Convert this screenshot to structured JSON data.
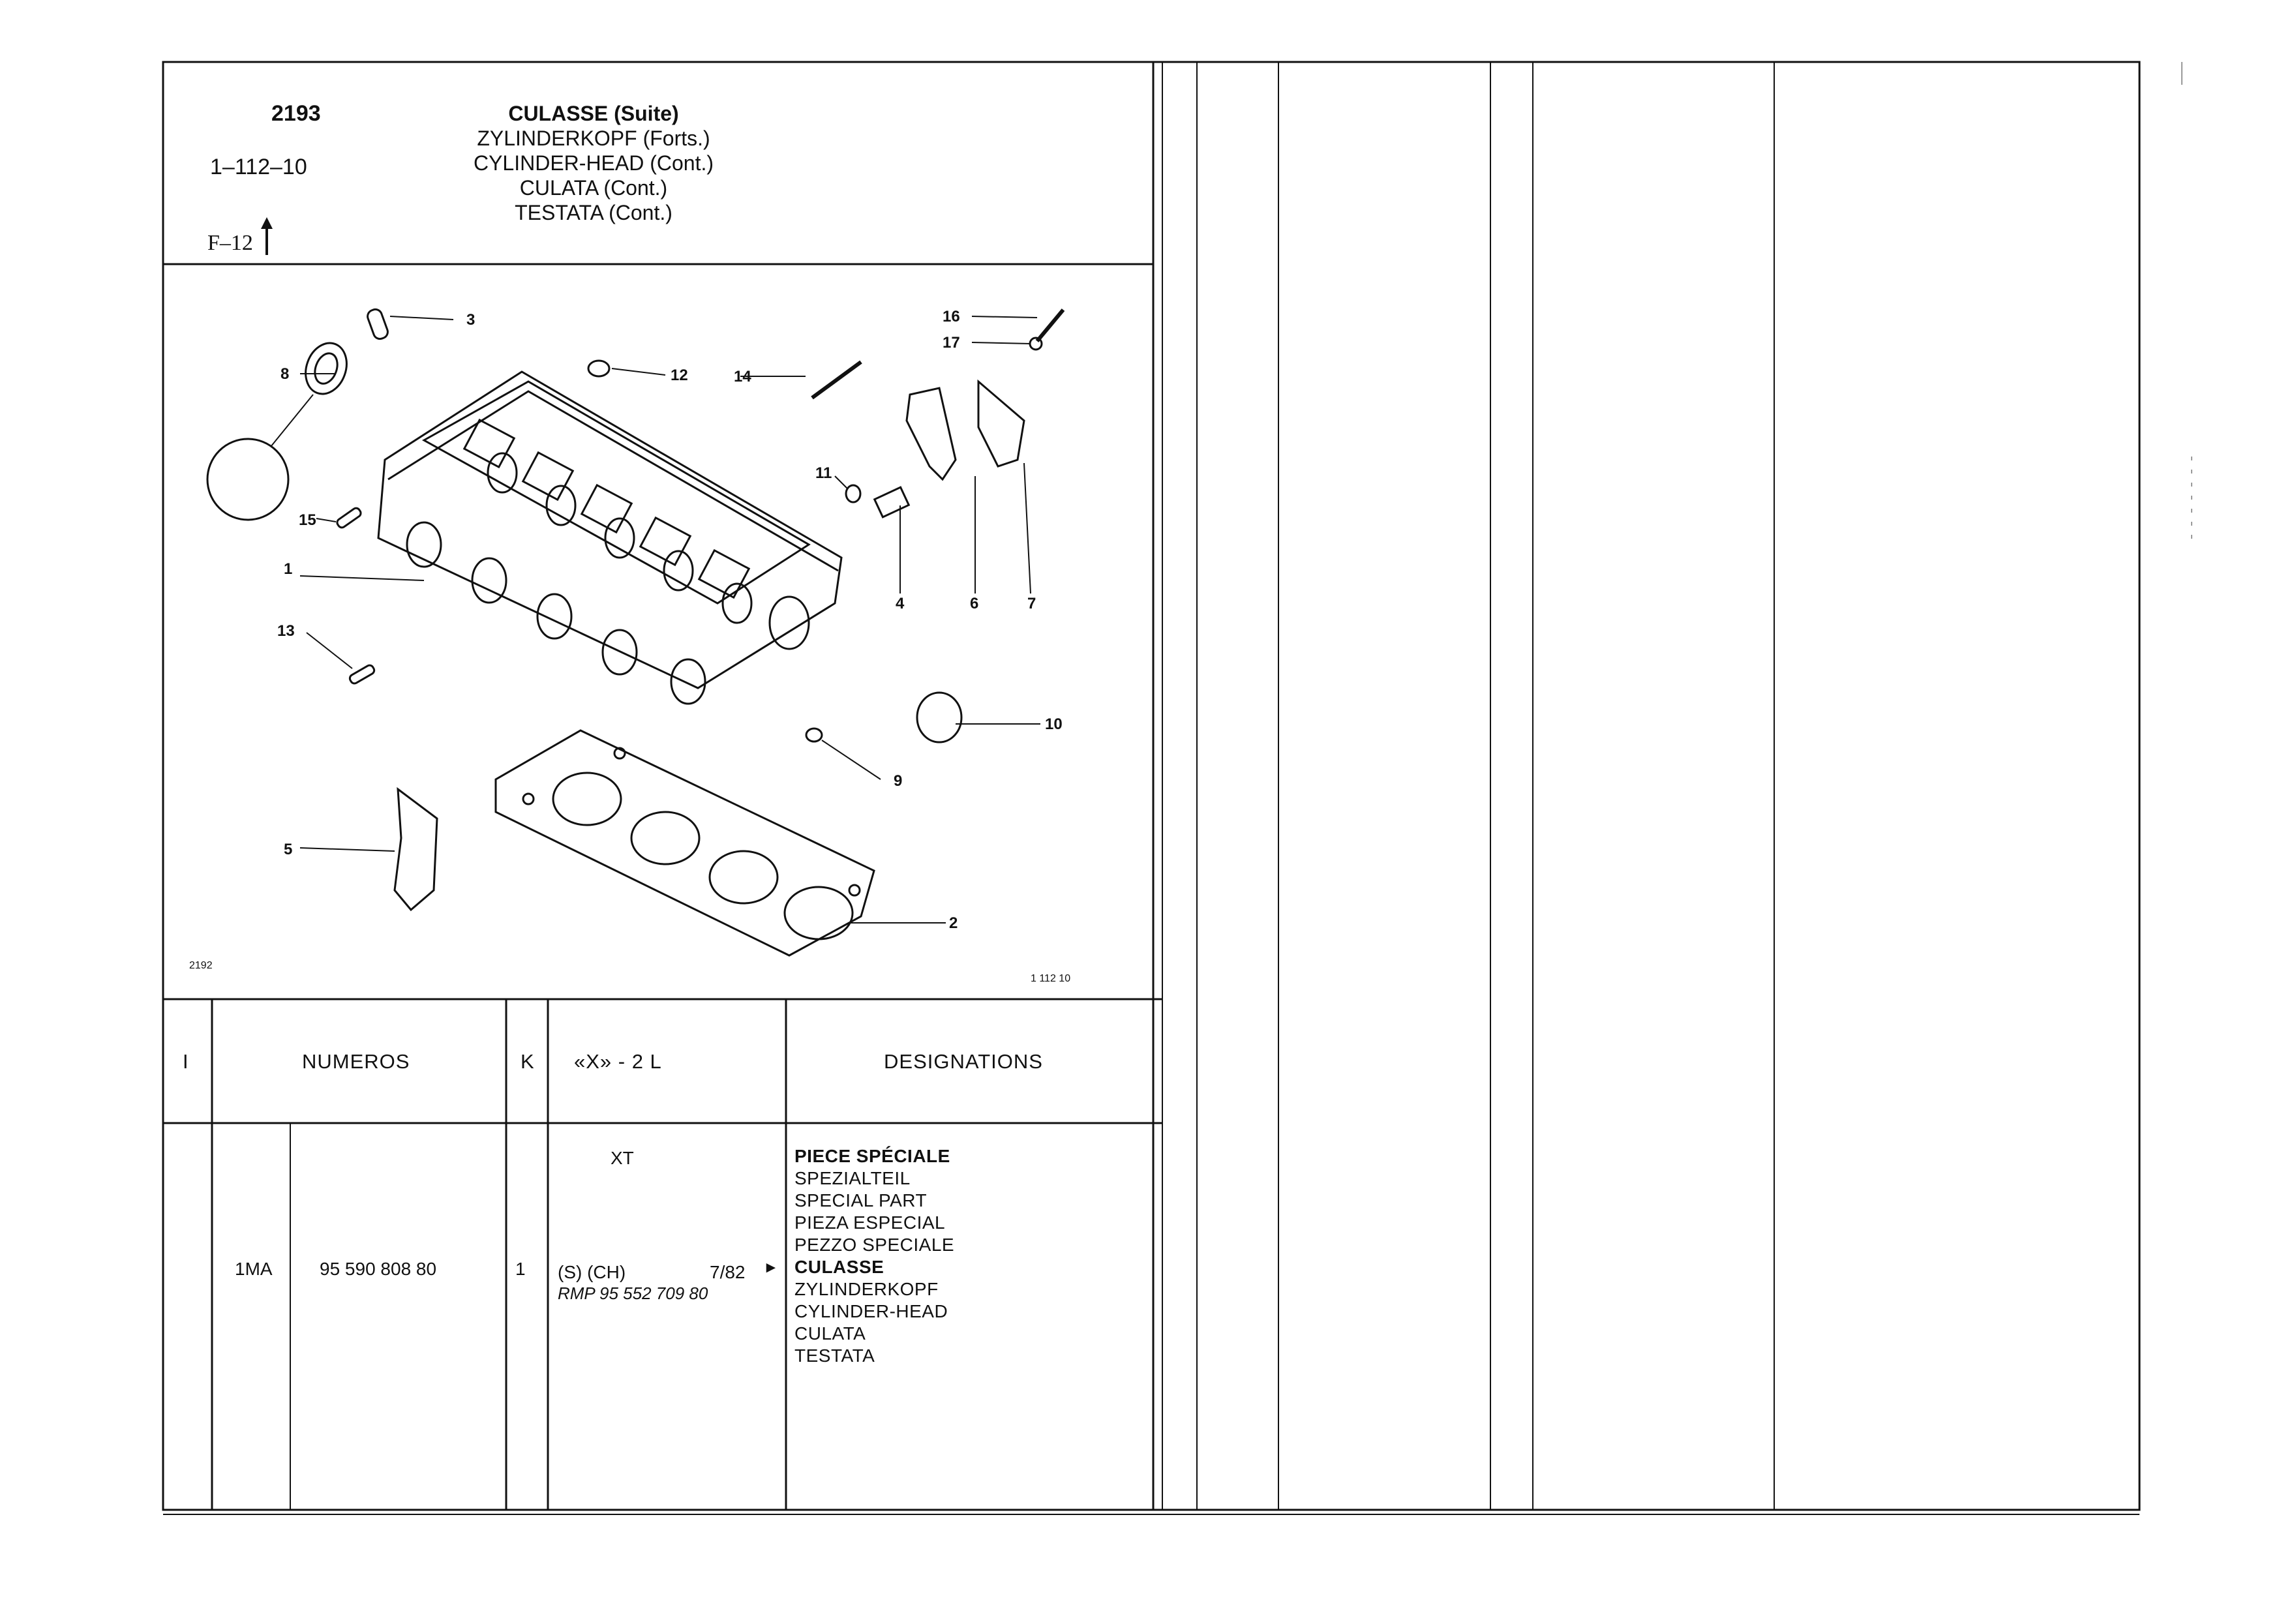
{
  "header": {
    "code": "2193",
    "ref": "1–112–10",
    "fig": "F–12",
    "titles": [
      "CULASSE (Suite)",
      "ZYLINDERKOPF (Forts.)",
      "CYLINDER-HEAD (Cont.)",
      "CULATA (Cont.)",
      "TESTATA (Cont.)"
    ]
  },
  "diagram": {
    "corner_left": "2192",
    "corner_right": "1  112  10",
    "callouts": [
      "1",
      "2",
      "3",
      "4",
      "5",
      "6",
      "7",
      "8",
      "9",
      "10",
      "11",
      "12",
      "13",
      "14",
      "15",
      "16",
      "17"
    ]
  },
  "table": {
    "columns": [
      "I",
      "NUMEROS",
      "K",
      "«X» - 2 L",
      "DESIGNATIONS"
    ],
    "row": {
      "code": "1MA",
      "number": "95 590 808 80",
      "qty": "1",
      "variant": "XT",
      "spec": "(S) (CH)",
      "date": "7/82",
      "marker": "►",
      "replacement": "RMP 95 552 709 80",
      "designations": [
        "PIECE SPÉCIALE",
        "SPEZIALTEIL",
        "SPECIAL PART",
        "PIEZA ESPECIAL",
        "PEZZO SPECIALE",
        "CULASSE",
        "ZYLINDERKOPF",
        "CYLINDER-HEAD",
        "CULATA",
        "TESTATA"
      ]
    }
  }
}
